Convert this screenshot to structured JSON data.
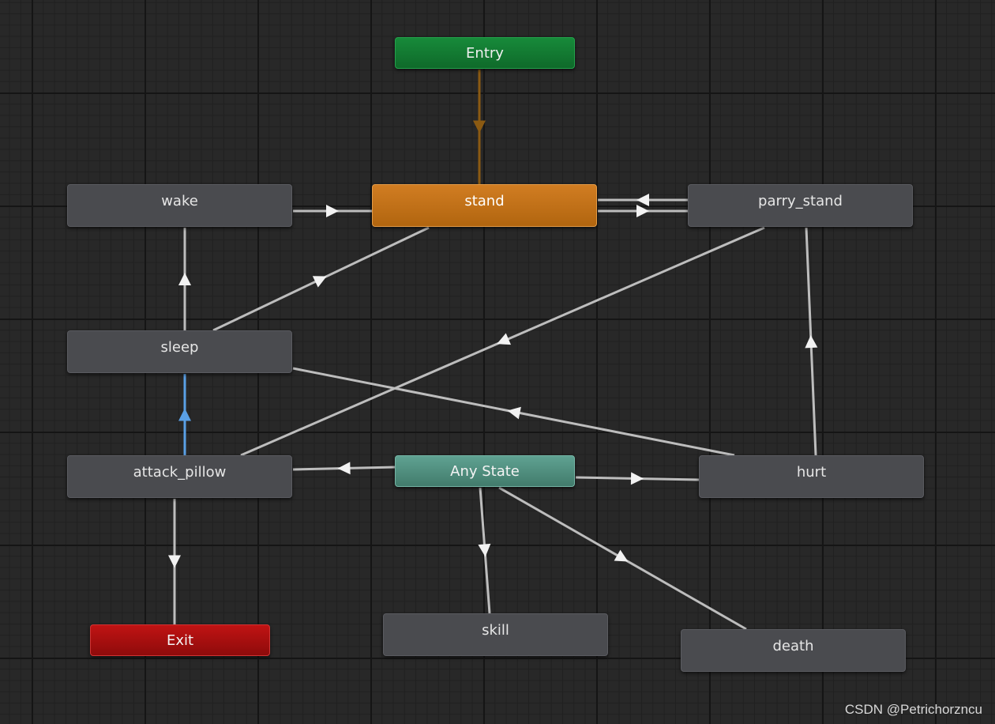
{
  "states": {
    "entry": {
      "label": "Entry"
    },
    "stand": {
      "label": "stand"
    },
    "wake": {
      "label": "wake"
    },
    "parry_stand": {
      "label": "parry_stand"
    },
    "sleep": {
      "label": "sleep"
    },
    "attack_pillow": {
      "label": "attack_pillow"
    },
    "any_state": {
      "label": "Any State"
    },
    "hurt": {
      "label": "hurt"
    },
    "exit": {
      "label": "Exit"
    },
    "skill": {
      "label": "skill"
    },
    "death": {
      "label": "death"
    }
  },
  "transitions": [
    {
      "from": "entry",
      "to": "stand",
      "color": "#8b5a12"
    },
    {
      "from": "wake",
      "to": "stand",
      "color": "#bdbdbd"
    },
    {
      "from": "stand",
      "to": "parry_stand",
      "color": "#bdbdbd"
    },
    {
      "from": "parry_stand",
      "to": "stand",
      "color": "#bdbdbd"
    },
    {
      "from": "sleep",
      "to": "stand",
      "color": "#bdbdbd"
    },
    {
      "from": "sleep",
      "to": "wake",
      "color": "#bdbdbd"
    },
    {
      "from": "parry_stand",
      "to": "attack_pillow",
      "color": "#bdbdbd"
    },
    {
      "from": "hurt",
      "to": "parry_stand",
      "color": "#bdbdbd"
    },
    {
      "from": "hurt",
      "to": "sleep",
      "color": "#bdbdbd"
    },
    {
      "from": "attack_pillow",
      "to": "sleep",
      "color": "#5aa0e6"
    },
    {
      "from": "any_state",
      "to": "attack_pillow",
      "color": "#bdbdbd"
    },
    {
      "from": "any_state",
      "to": "hurt",
      "color": "#bdbdbd"
    },
    {
      "from": "attack_pillow",
      "to": "exit",
      "color": "#bdbdbd"
    },
    {
      "from": "any_state",
      "to": "skill",
      "color": "#bdbdbd"
    },
    {
      "from": "any_state",
      "to": "death",
      "color": "#bdbdbd"
    }
  ],
  "watermark": "CSDN @Petrichorzncu",
  "colors": {
    "background": "#282828",
    "default_state": "#c47218",
    "entry_state": "#137a33",
    "exit_state": "#a90f0f",
    "any_state": "#51907f",
    "normal_state": "#4a4b4f",
    "highlight_transition": "#5aa0e6"
  }
}
